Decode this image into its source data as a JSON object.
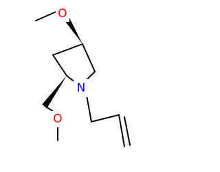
{
  "molecule": {
    "atoms": {
      "o_top": {
        "symbol": "O",
        "color": "#ff0000"
      },
      "n_ring": {
        "symbol": "N",
        "color": "#0000ff"
      },
      "o_left": {
        "symbol": "O",
        "color": "#ff0000"
      }
    },
    "bond_color": "#000000"
  }
}
